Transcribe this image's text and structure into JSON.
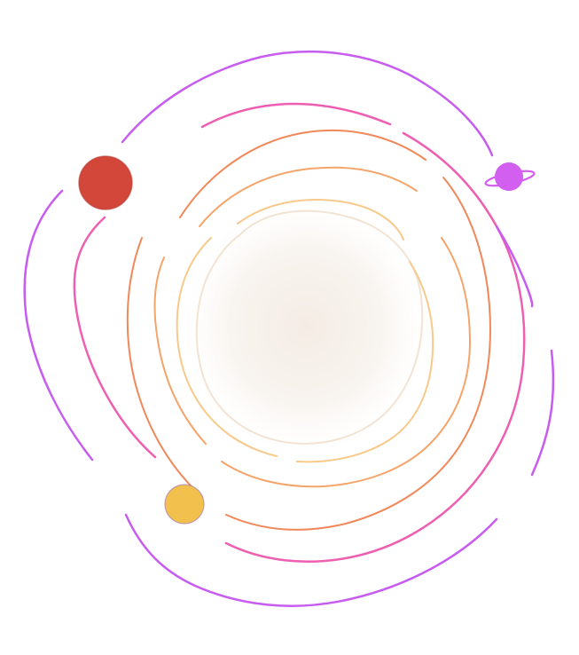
{
  "illustration": {
    "subject": "orbits",
    "colors": {
      "background": "#ffffff",
      "glow_center": "#f4ede6",
      "ring_outer": "#c75cf0",
      "ring_second": "#ee5fb2",
      "ring_third": "#f1885a",
      "ring_fourth": "#f5a46a",
      "ring_fifth": "#f7c98a",
      "ring_inner": "#f6e6d6"
    },
    "planets": [
      {
        "name": "red-planet",
        "color": "#d2473a"
      },
      {
        "name": "ringed-planet",
        "color": "#d35ff0"
      },
      {
        "name": "yellow-planet",
        "color": "#f2c04c"
      }
    ]
  }
}
